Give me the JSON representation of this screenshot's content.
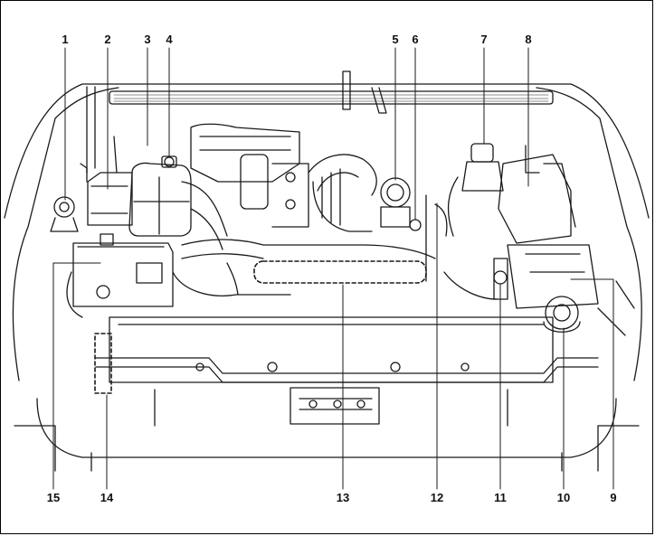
{
  "figure": {
    "callouts": {
      "c1": "1",
      "c2": "2",
      "c3": "3",
      "c4": "4",
      "c5": "5",
      "c6": "6",
      "c7": "7",
      "c8": "8",
      "c9": "9",
      "c10": "10",
      "c11": "11",
      "c12": "12",
      "c13": "13",
      "c14": "14",
      "c15": "15"
    }
  }
}
